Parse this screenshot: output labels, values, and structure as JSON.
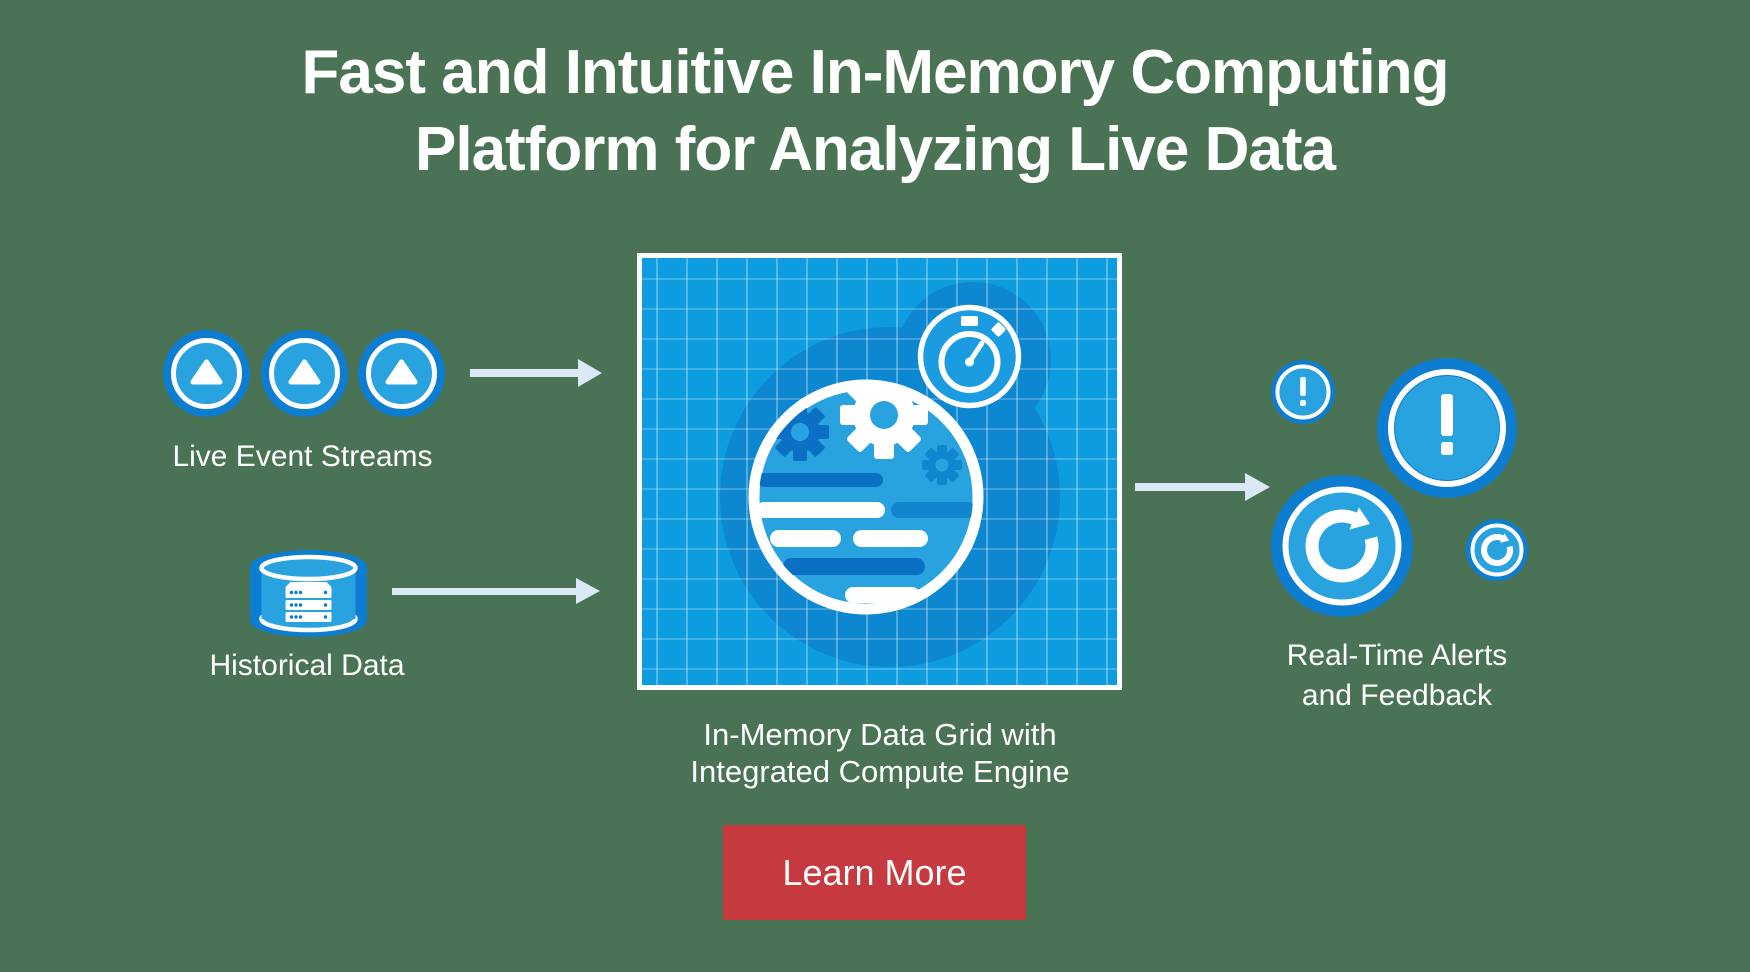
{
  "title": {
    "line1": "Fast and Intuitive In-Memory Computing",
    "line2": "Platform for Analyzing Live Data"
  },
  "left": {
    "streams_label": "Live Event Streams",
    "historical_label": "Historical Data"
  },
  "center": {
    "caption_line1": "In-Memory Data Grid with",
    "caption_line2": "Integrated Compute Engine"
  },
  "right": {
    "label_line1": "Real-Time Alerts",
    "label_line2": "and Feedback"
  },
  "button": {
    "label": "Learn More"
  },
  "icons": {
    "live_event_streams": [
      "up-arrow-circle-icon",
      "up-arrow-circle-icon",
      "up-arrow-circle-icon"
    ],
    "historical_data": "database-cylinder-icon",
    "data_grid": "globe-gears-icon",
    "compute_timer": "stopwatch-icon",
    "alerts": [
      "exclamation-circle-icon-small",
      "exclamation-circle-icon-large"
    ],
    "feedback": [
      "refresh-circle-icon-large",
      "refresh-circle-icon-small"
    ],
    "flow": [
      "right-arrow",
      "right-arrow",
      "right-arrow"
    ]
  },
  "colors": {
    "background_green": "#4A7254",
    "ring_dark_blue": "#0D7DD1",
    "fill_light_blue": "#29A3E0",
    "grid_fill_blue": "#0D9CDF",
    "grid_line_blue": "#4AB4E8",
    "backdrop_blue": "#0D87CF",
    "bar_dark_blue": "#0B6FC4",
    "gear_medium_blue": "#1186CF",
    "timer_fill_blue": "#1B9CE1",
    "arrow_pale_blue": "#DBE8F5",
    "button_red": "#C6393E",
    "white": "#FFFFFF"
  }
}
